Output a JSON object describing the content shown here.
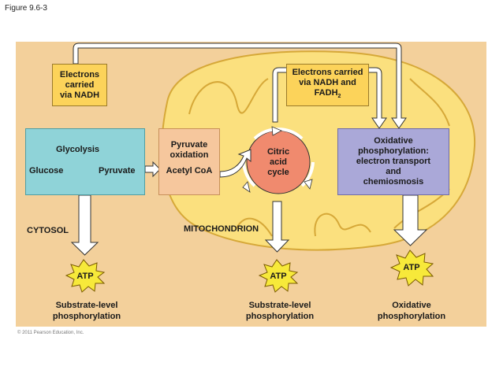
{
  "figure_label": "Figure 9.6-3",
  "electrons_nadh": {
    "line1": "Electrons",
    "line2": "carried",
    "line3": "via NADH"
  },
  "electrons_nadh_fadh": {
    "line1": "Electrons carried",
    "line2": "via NADH and",
    "line3": "FADH",
    "sub": "2"
  },
  "glycolysis": {
    "title": "Glycolysis",
    "glucose": "Glucose",
    "pyruvate": "Pyruvate"
  },
  "pyruvate_oxidation": {
    "line1": "Pyruvate",
    "line2": "oxidation",
    "line3": "Acetyl CoA"
  },
  "citric_acid_cycle": {
    "line1": "Citric",
    "line2": "acid",
    "line3": "cycle"
  },
  "oxidative": {
    "line1": "Oxidative",
    "line2": "phosphorylation:",
    "line3": "electron transport",
    "line4": "and",
    "line5": "chemiosmosis"
  },
  "regions": {
    "cytosol": "CYTOSOL",
    "mitochondrion": "MITOCHONDRION"
  },
  "atp": {
    "left": "ATP",
    "middle": "ATP",
    "right": "ATP"
  },
  "phosphorylation": {
    "left_line1": "Substrate-level",
    "left_line2": "phosphorylation",
    "middle_line1": "Substrate-level",
    "middle_line2": "phosphorylation",
    "right_line1": "Oxidative",
    "right_line2": "phosphorylation"
  },
  "copyright": "© 2011 Pearson Education, Inc.",
  "colors": {
    "background": "#f3d09b",
    "mitochondrion_fill": "#fbe07e",
    "yellow_box": "#fcd35a",
    "teal_box": "#8fd3d8",
    "lavender_box": "#aaa8d8",
    "cycle_fill": "#f08a6e",
    "arrow_fill": "#ffffff"
  }
}
